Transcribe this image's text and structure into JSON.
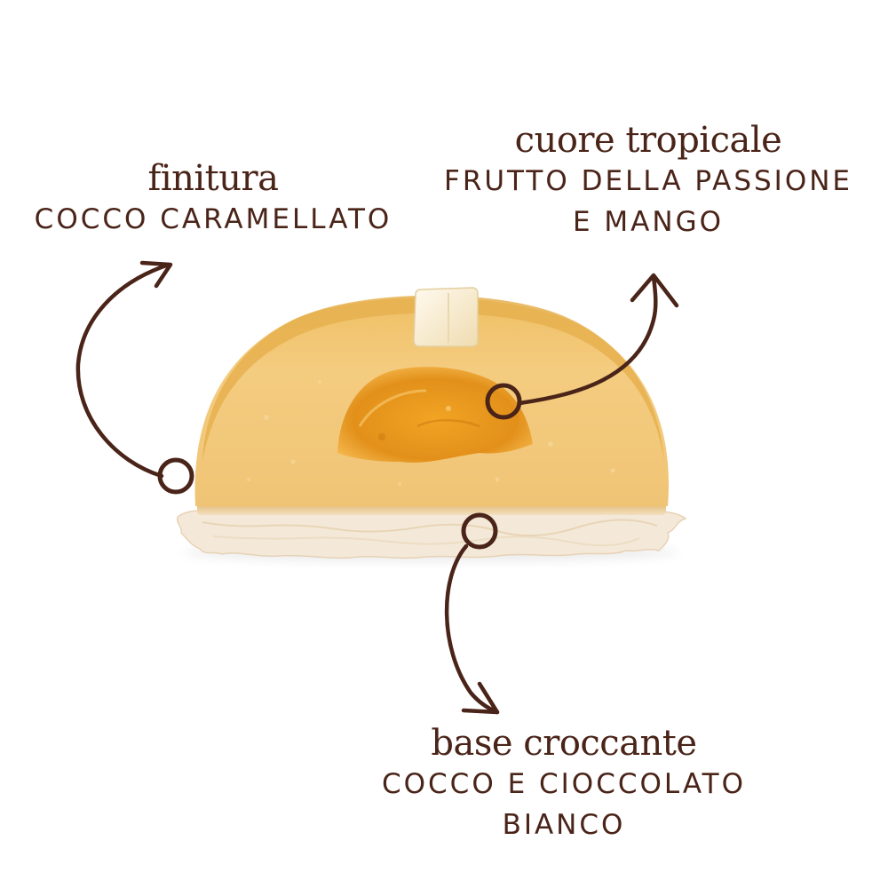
{
  "callouts": {
    "finitura": {
      "title": "finitura",
      "lines": [
        "COCCO CARAMELLATO"
      ]
    },
    "cuore": {
      "title": "cuore tropicale",
      "lines": [
        "FRUTTO DELLA PASSIONE",
        "E MANGO"
      ]
    },
    "base": {
      "title": "base croccante",
      "lines": [
        "COCCO E CIOCCOLATO BIANCO"
      ]
    }
  },
  "colors": {
    "ink": "#4a2418",
    "mousse": "#f2c779",
    "glaze": "#e8b45a",
    "fruit_core": "#e99a1c",
    "coconut_base": "#f3e7d6",
    "white_chocolate": "#fbf3dc"
  }
}
